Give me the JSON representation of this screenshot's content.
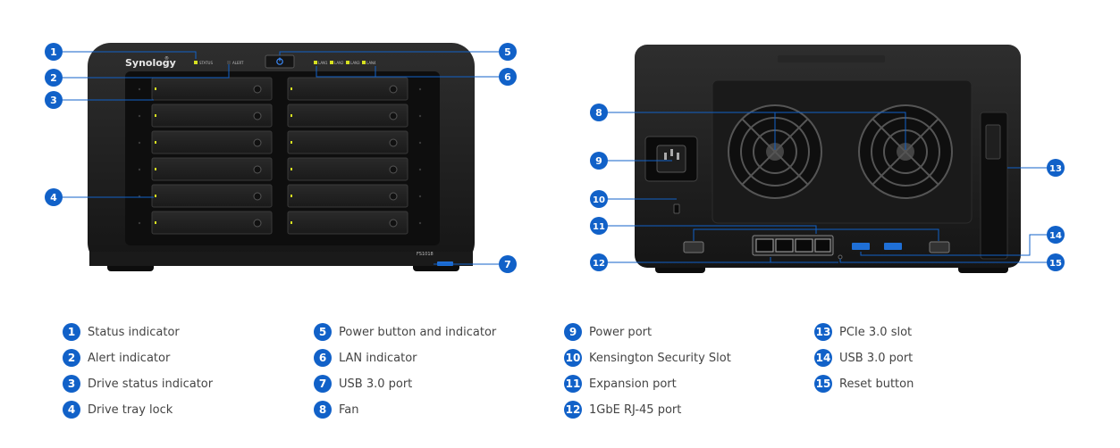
{
  "front": {
    "logo": "Synology",
    "logo_mark": "®",
    "led_status": "STATUS",
    "led_alert": "ALERT",
    "lan_labels": [
      "LAN1",
      "LAN2",
      "LAN3",
      "LAN4"
    ],
    "model": "FS1018"
  },
  "callouts": [
    "1",
    "2",
    "3",
    "4",
    "5",
    "6",
    "7",
    "8",
    "9",
    "10",
    "11",
    "12",
    "13",
    "14",
    "15"
  ],
  "legend": [
    {
      "num": "1",
      "label": "Status indicator"
    },
    {
      "num": "2",
      "label": "Alert indicator"
    },
    {
      "num": "3",
      "label": "Drive status indicator"
    },
    {
      "num": "4",
      "label": "Drive tray lock"
    },
    {
      "num": "5",
      "label": "Power button and indicator"
    },
    {
      "num": "6",
      "label": "LAN indicator"
    },
    {
      "num": "7",
      "label": "USB 3.0 port"
    },
    {
      "num": "8",
      "label": "Fan"
    },
    {
      "num": "9",
      "label": "Power port"
    },
    {
      "num": "10",
      "label": "Kensington Security Slot"
    },
    {
      "num": "11",
      "label": "Expansion port"
    },
    {
      "num": "12",
      "label": "1GbE RJ-45 port"
    },
    {
      "num": "13",
      "label": "PCIe 3.0 slot"
    },
    {
      "num": "14",
      "label": "USB 3.0 port"
    },
    {
      "num": "15",
      "label": "Reset button"
    }
  ],
  "colors": {
    "callout": "#1161c8",
    "chassis": "#1c1c1c",
    "panel": "#111111",
    "led": "#d6e021"
  }
}
